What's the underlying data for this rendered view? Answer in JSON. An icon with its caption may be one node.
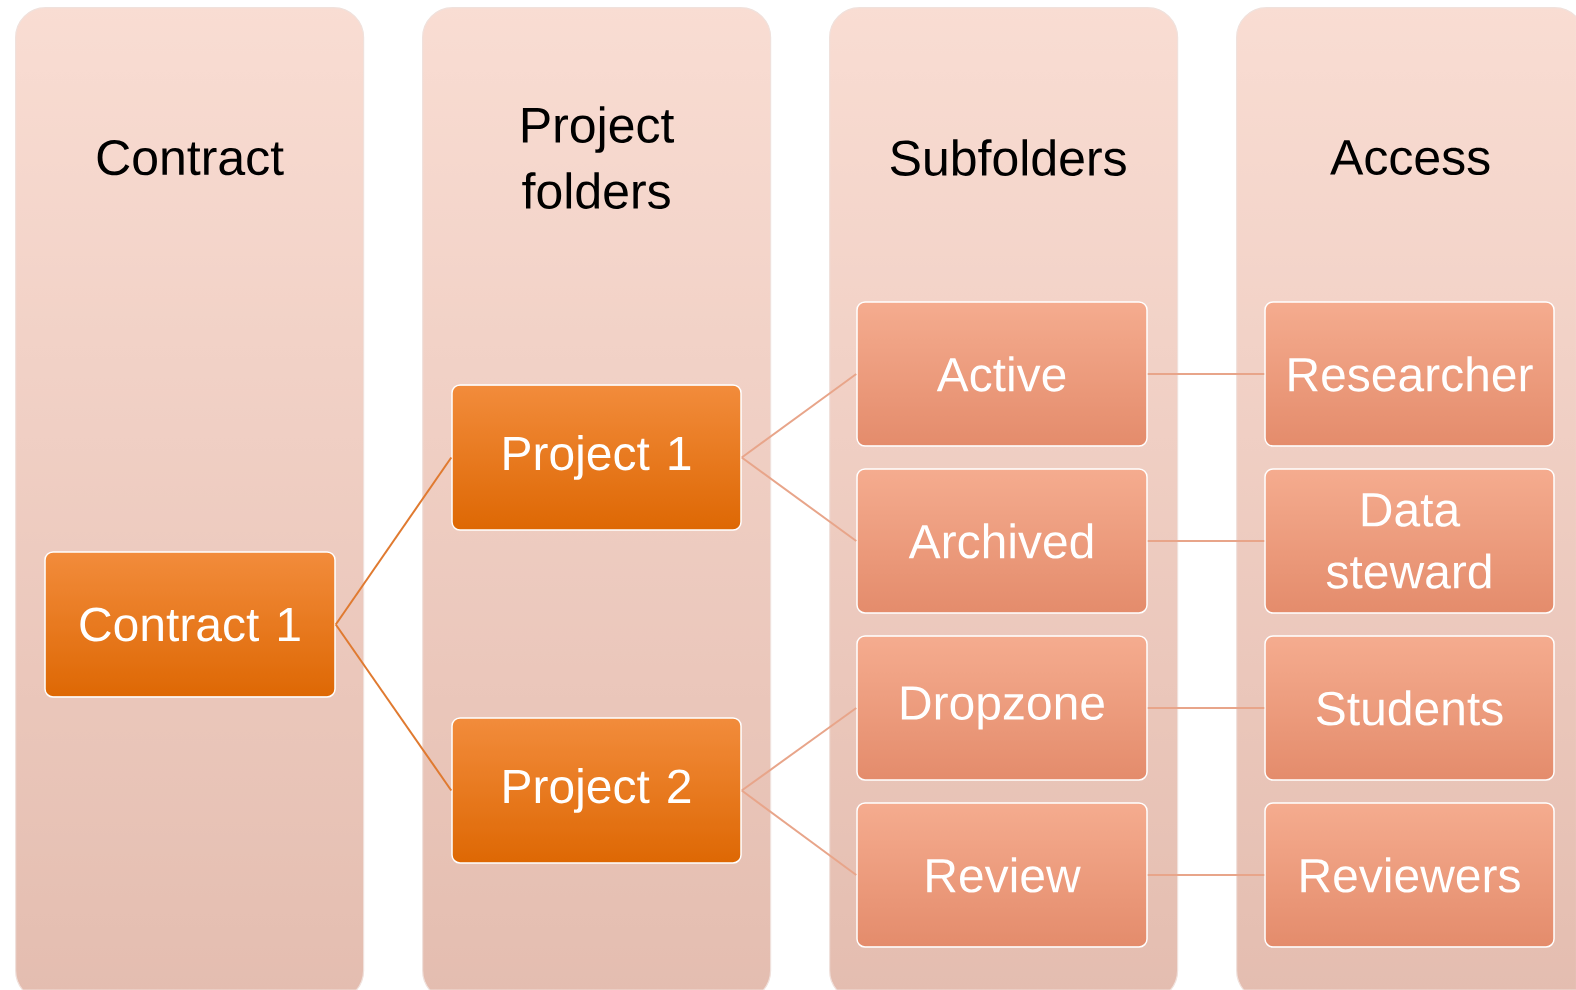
{
  "diagram": {
    "nodes": [
      {
        "text": [
          "Contract"
        ]
      },
      {
        "text": [
          "Project folders"
        ]
      },
      {
        "text": [
          "Subfolders"
        ]
      },
      {
        "text": [
          "Access"
        ]
      },
      {
        "text": [
          "Contract 1"
        ],
        "in": 0
      },
      {
        "text": [
          "Project 1"
        ],
        "in": 1
      },
      {
        "text": [
          "Project 2"
        ],
        "in": 1
      },
      {
        "text": [
          "Active"
        ],
        "in": 2
      },
      {
        "text": [
          "Archived"
        ],
        "in": 2
      },
      {
        "text": [
          "Dropzone"
        ],
        "in": 2
      },
      {
        "text": [
          "Review"
        ],
        "in": 2
      },
      {
        "text": [
          "Researcher"
        ],
        "in": 3
      },
      {
        "text": [
          "Data steward"
        ],
        "in": 3
      },
      {
        "text": [
          "Students"
        ],
        "in": 3
      },
      {
        "text": [
          "Reviewers"
        ],
        "in": 3
      }
    ],
    "edges": [
      {
        "from": 4,
        "to": 5,
        "arrow": "none",
        "color": "#e07a30"
      },
      {
        "from": 4,
        "to": 6,
        "arrow": "none",
        "color": "#e07a30"
      },
      {
        "from": 5,
        "to": 7,
        "arrow": "none"
      },
      {
        "from": 5,
        "to": 8,
        "arrow": "none"
      },
      {
        "from": 6,
        "to": 9,
        "arrow": "none"
      },
      {
        "from": 6,
        "to": 10,
        "arrow": "none"
      },
      {
        "from": 7,
        "to": 11,
        "arrow": "none"
      },
      {
        "from": 8,
        "to": 12,
        "arrow": "none"
      },
      {
        "from": 9,
        "to": 13,
        "arrow": "none"
      },
      {
        "from": 10,
        "to": 14,
        "arrow": "none"
      }
    ]
  }
}
